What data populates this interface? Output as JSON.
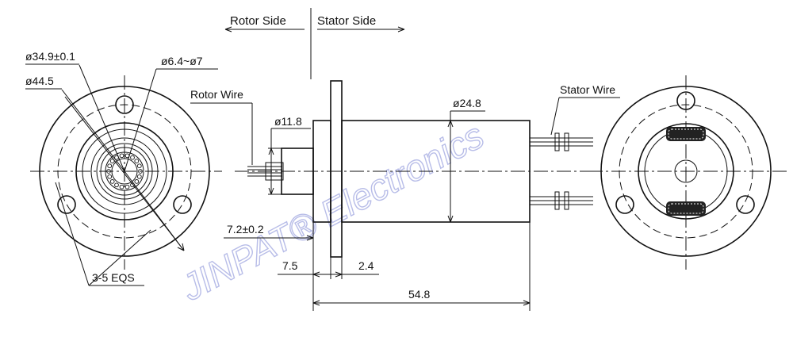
{
  "header": {
    "rotor_side": "Rotor Side",
    "stator_side": "Stator Side"
  },
  "labels": {
    "rotor_wire": "Rotor Wire",
    "stator_wire": "Stator Wire",
    "eqs": "3-5 EQS"
  },
  "dimensions": {
    "d_pcd": "ø34.9±0.1",
    "d_flange": "ø44.5",
    "d_bore": "ø6.4~ø7",
    "d_rotor": "ø11.8",
    "d_body": "ø24.8",
    "len_rotor": "7.2±0.2",
    "len_shoulder": "7.5",
    "flange_thk": "2.4",
    "len_total": "54.8"
  },
  "watermark": "JINPAT® Electronics"
}
